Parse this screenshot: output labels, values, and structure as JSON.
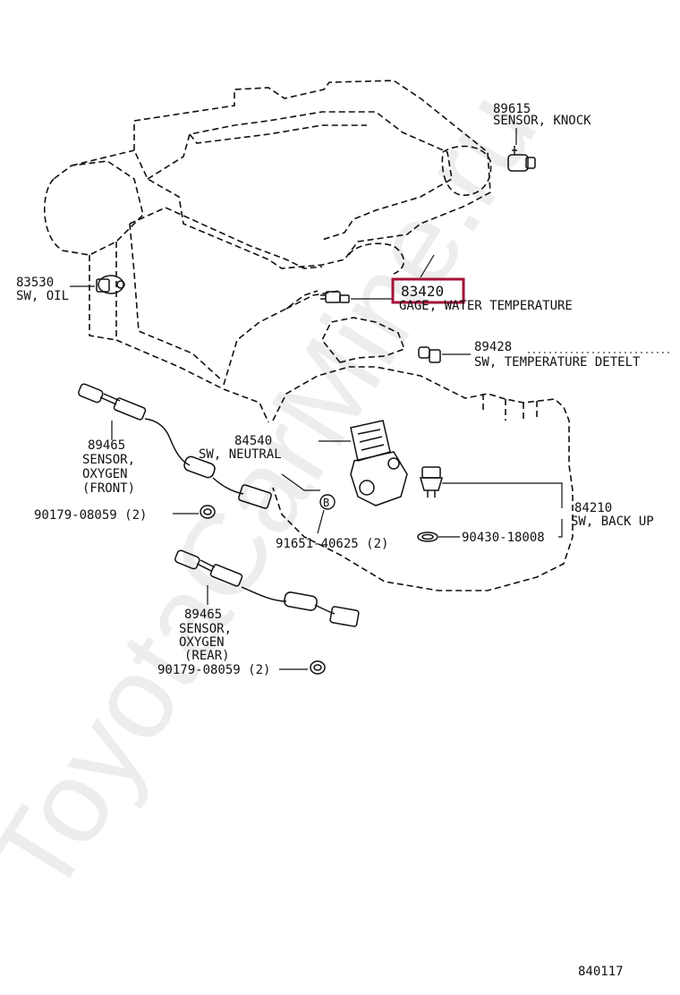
{
  "watermark": "ToyotaCarMine.ru",
  "highlight_color": "#a3123a",
  "parts": {
    "knock": {
      "number": "89615",
      "name": "SENSOR, KNOCK"
    },
    "oil": {
      "number": "83530",
      "name": "SW, OIL"
    },
    "water_temp": {
      "number": "83420",
      "name": "GAGE, WATER TEMPERATURE"
    },
    "temp_detect": {
      "number": "89428",
      "name": "SW, TEMPERATURE DETELT"
    },
    "oxygen_front": {
      "number": "89465",
      "line1": "SENSOR,",
      "line2": "OXYGEN",
      "line3": "(FRONT)"
    },
    "neutral": {
      "number": "84540",
      "name": "SW, NEUTRAL"
    },
    "back_up": {
      "number": "84210",
      "name": "SW, BACK UP"
    },
    "nut_front": {
      "text": "90179-08059 (2)"
    },
    "bolt": {
      "text": "91651-40625 (2)"
    },
    "gasket": {
      "text": "90430-18008"
    },
    "oxygen_rear": {
      "number": "89465",
      "line1": "SENSOR,",
      "line2": "OXYGEN",
      "line3": "(REAR)"
    },
    "nut_rear": {
      "text": "90179-08059 (2)"
    },
    "bolt_mark": "B"
  },
  "diagram_id": "840117"
}
